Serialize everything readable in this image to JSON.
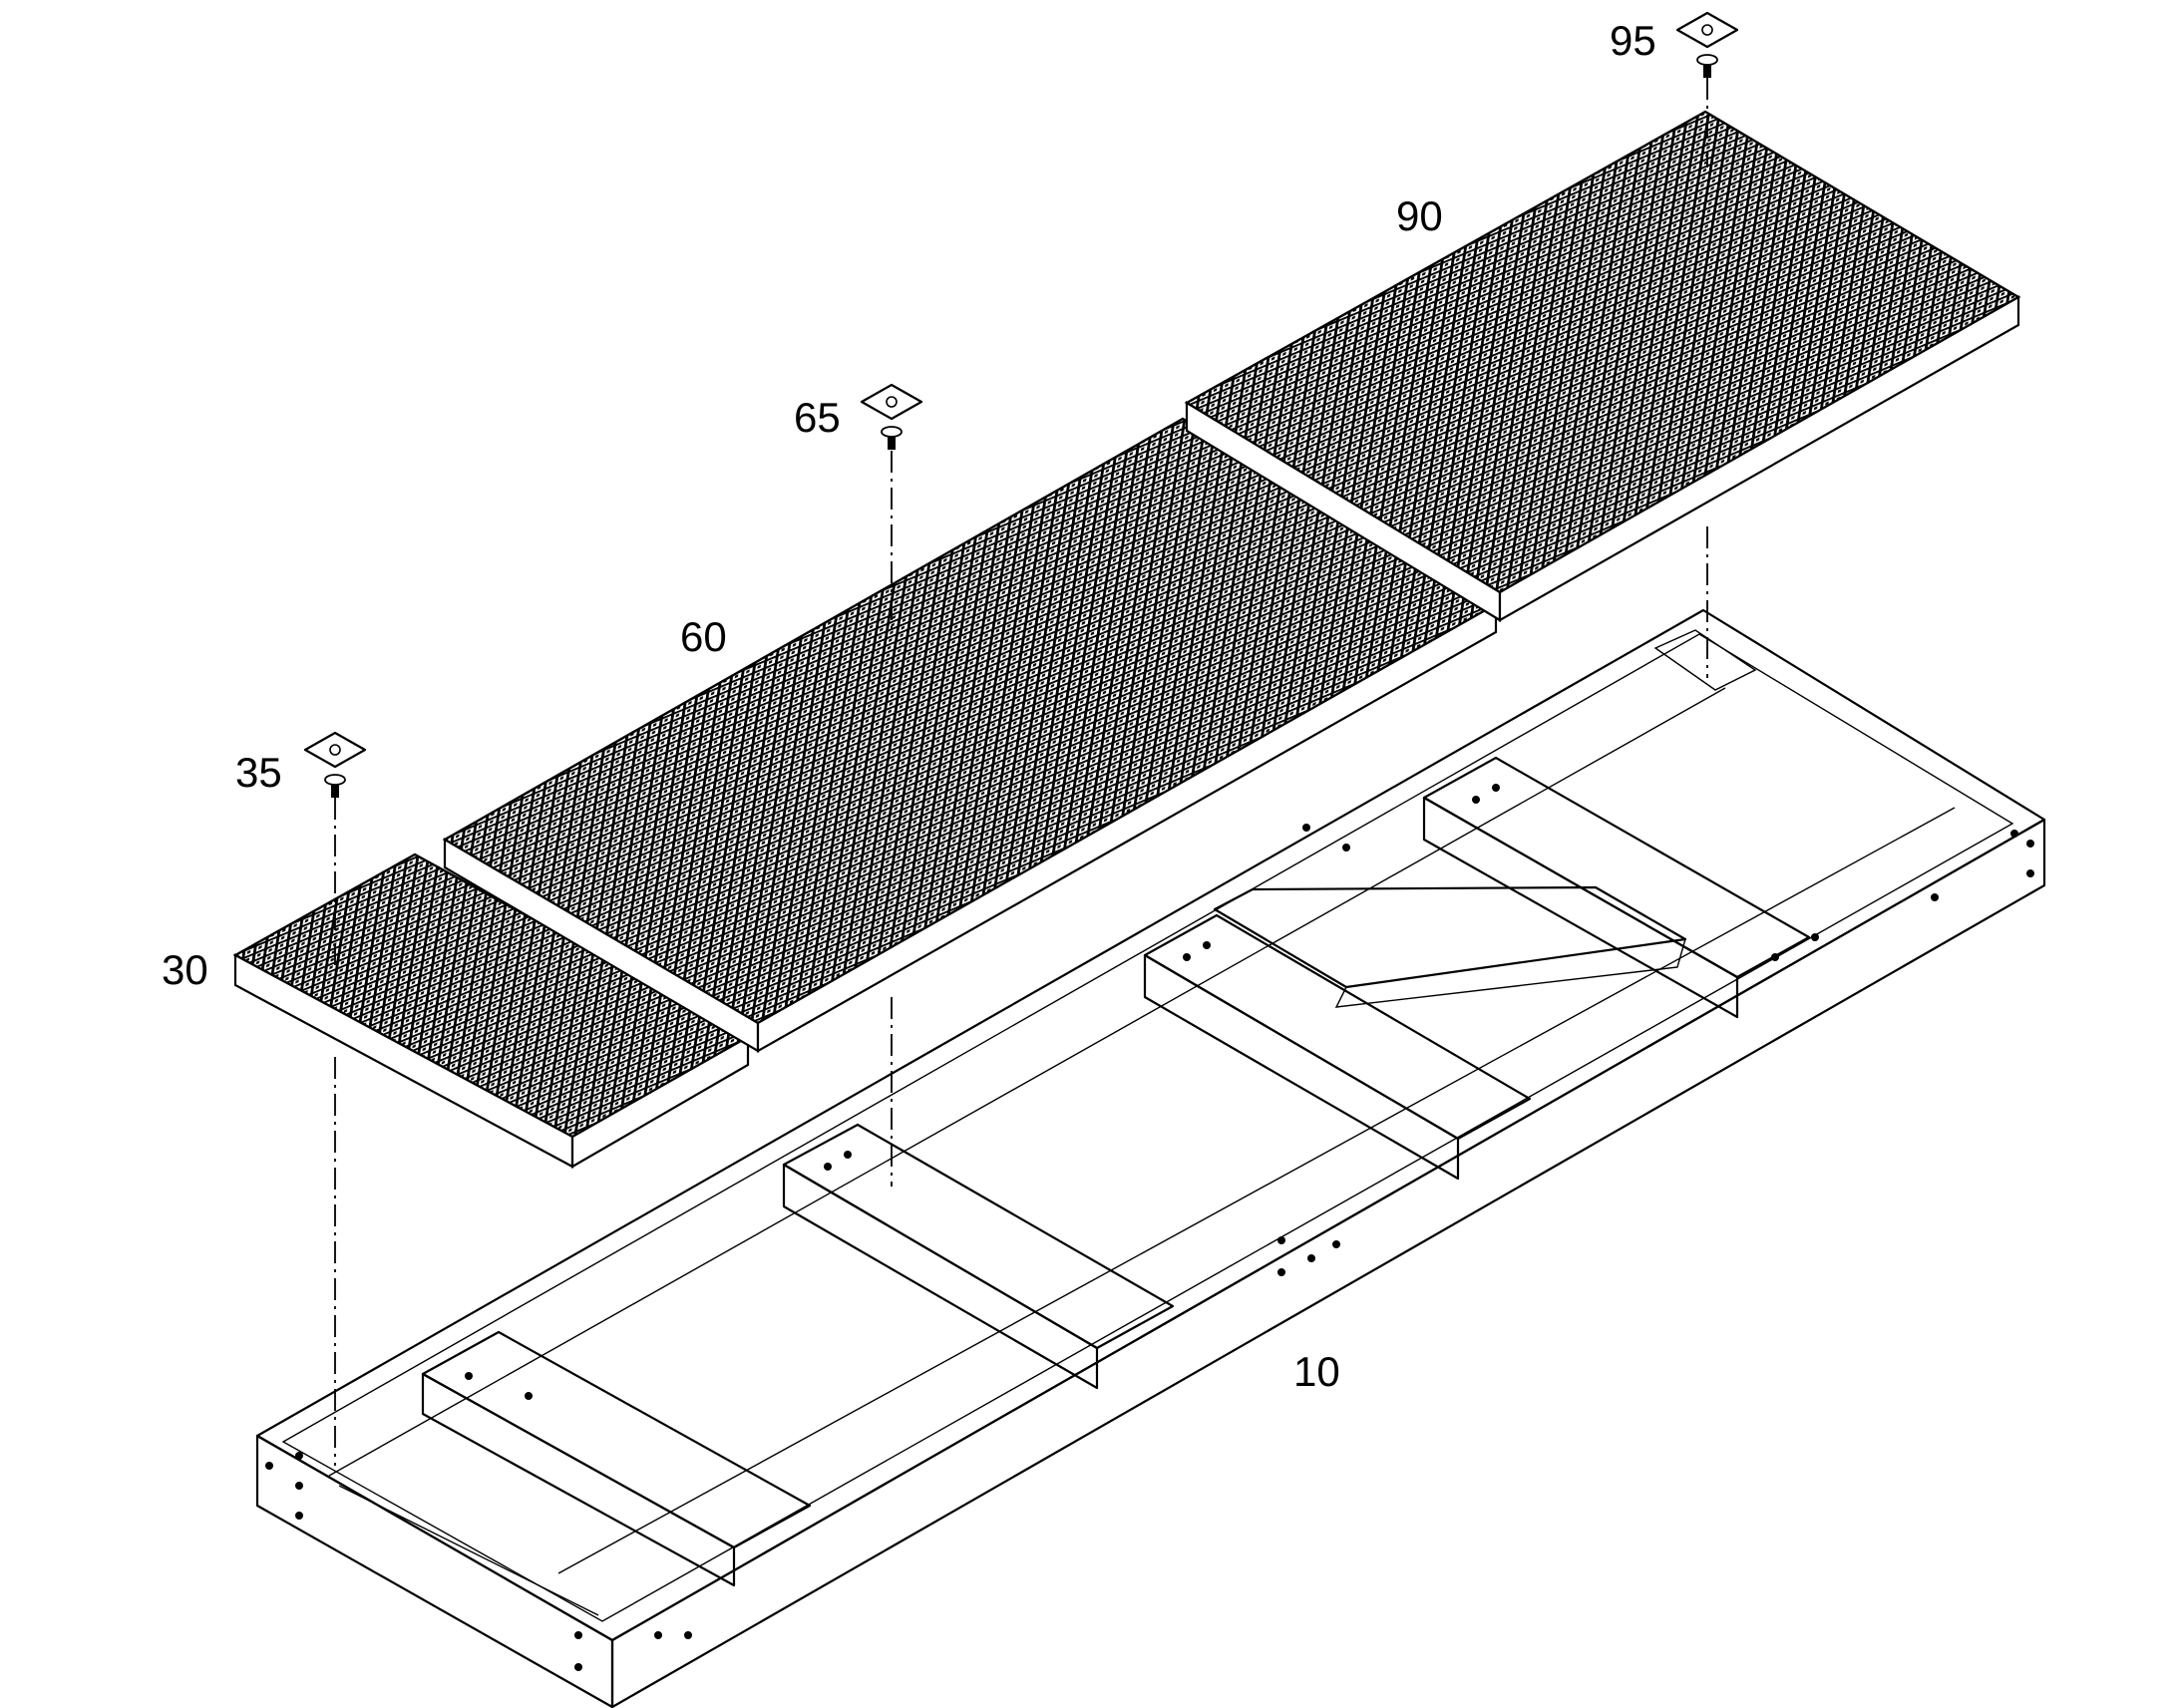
{
  "labels": {
    "base_frame": "10",
    "front_grating": "30",
    "front_clamp": "35",
    "middle_grating": "60",
    "middle_clamp": "65",
    "rear_grating": "90",
    "rear_clamp": "95"
  },
  "colors": {
    "line": "#000000",
    "background": "#ffffff"
  }
}
